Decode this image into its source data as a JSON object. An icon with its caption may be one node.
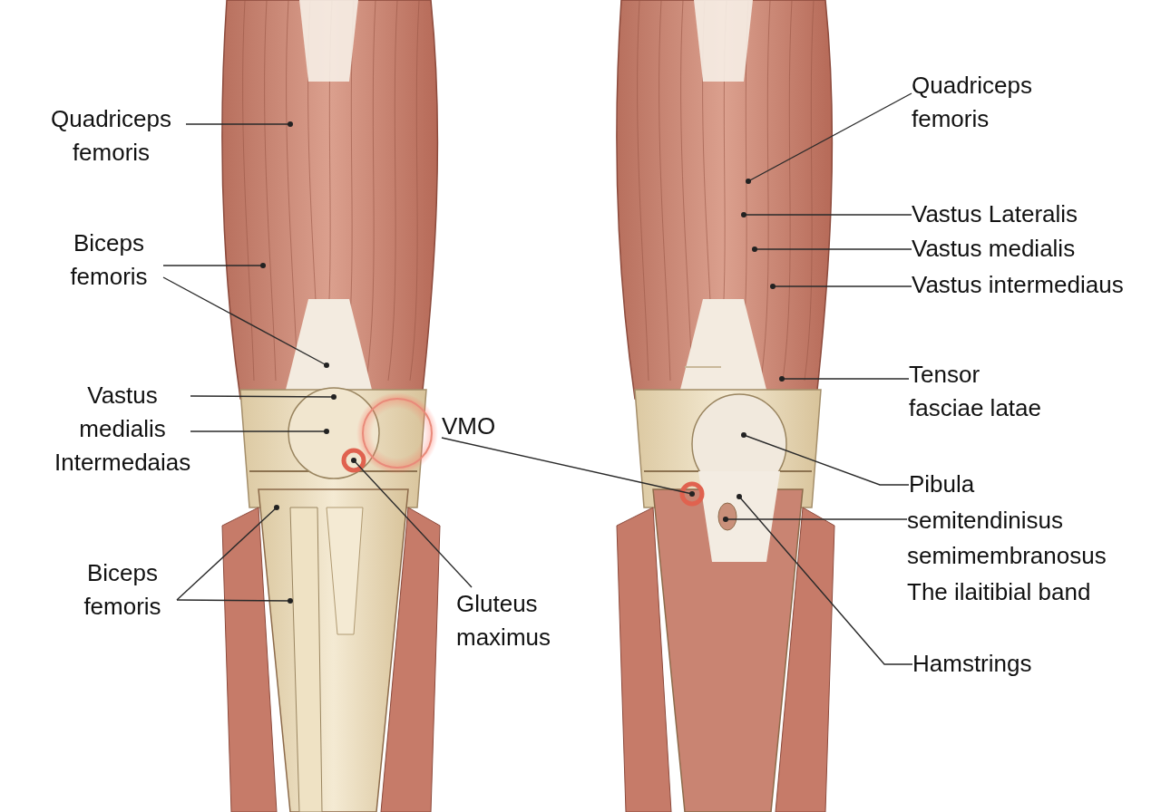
{
  "diagram": {
    "nodes": [
      {
        "text": [
          "Quadriceps femoris"
        ]
      },
      {
        "text": [
          "Biceps femoris"
        ]
      },
      {
        "text": [
          "Vastus medialis Intermedaias"
        ]
      },
      {
        "text": [
          "VMO"
        ]
      },
      {
        "text": [
          "Biceps femoris"
        ]
      },
      {
        "text": [
          "Gluteus maximus"
        ]
      },
      {
        "text": [
          "Quadriceps femoris"
        ]
      },
      {
        "text": [
          "Vastus Lateralis"
        ]
      },
      {
        "text": [
          "Vastus medialis"
        ]
      },
      {
        "text": [
          "Vastus intermediaus"
        ]
      },
      {
        "text": [
          "Tensor fasciae latae"
        ]
      },
      {
        "text": [
          "Pibula"
        ]
      },
      {
        "text": [
          "semitendinisus"
        ]
      },
      {
        "text": [
          "Hamstrings"
        ]
      }
    ],
    "edges": [
      {
        "from": 0,
        "to": null,
        "arrow": "other"
      },
      {
        "from": 1,
        "to": null,
        "arrow": "other"
      },
      {
        "from": 1,
        "to": null,
        "arrow": "other"
      },
      {
        "from": 2,
        "to": null,
        "arrow": "other"
      },
      {
        "from": 2,
        "to": null,
        "arrow": "other"
      },
      {
        "from": 3,
        "to": null,
        "arrow": "other"
      },
      {
        "from": 4,
        "to": null,
        "arrow": "other"
      },
      {
        "from": 4,
        "to": null,
        "arrow": "other"
      },
      {
        "from": 5,
        "to": null,
        "arrow": "other"
      },
      {
        "from": 6,
        "to": null,
        "arrow": "other"
      },
      {
        "from": 7,
        "to": null,
        "arrow": "other"
      },
      {
        "from": 8,
        "to": null,
        "arrow": "other"
      },
      {
        "from": 9,
        "to": null,
        "arrow": "other"
      },
      {
        "from": 10,
        "to": null,
        "arrow": "other"
      },
      {
        "from": 11,
        "to": null,
        "arrow": "other"
      },
      {
        "from": 12,
        "to": null,
        "arrow": "other"
      },
      {
        "from": 13,
        "to": null,
        "arrow": "other"
      }
    ],
    "labels": [
      "semimembranosus",
      "The ilaitibial band"
    ]
  }
}
